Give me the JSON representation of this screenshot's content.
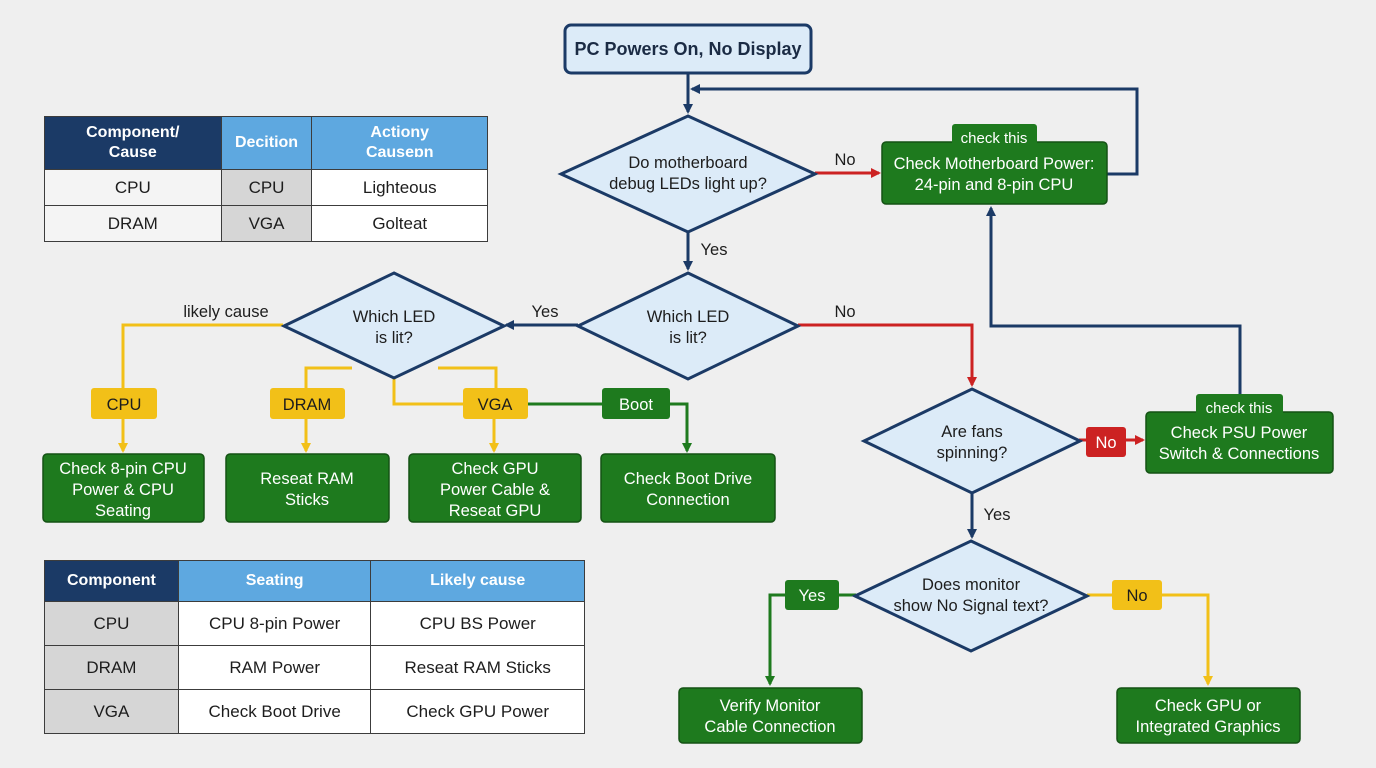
{
  "flowchart": {
    "start": "PC Powers On, No Display",
    "decisions": {
      "debug_leds": [
        "Do motherboard",
        "debug LEDs light up?"
      ],
      "which_led_right": [
        "Which LED",
        "is lit?"
      ],
      "which_led_left": [
        "Which LED",
        "is lit?"
      ],
      "fans": [
        "Are fans",
        "spinning?"
      ],
      "monitor": [
        "Does monitor",
        "show No Signal text?"
      ]
    },
    "actions": {
      "mobo_power": [
        "Check Motherboard Power:",
        "24-pin and 8-pin CPU"
      ],
      "cpu": [
        "Check 8-pin CPU",
        "Power & CPU",
        "Seating"
      ],
      "ram": [
        "Reseat RAM",
        "Sticks"
      ],
      "gpu": [
        "Check GPU",
        "Power Cable &",
        "Reseat GPU"
      ],
      "boot": [
        "Check Boot Drive",
        "Connection"
      ],
      "psu": [
        "Check PSU Power",
        "Switch & Connections"
      ],
      "monitor_cable": [
        "Verify Monitor",
        "Cable Connection"
      ],
      "gpu_integrated": [
        "Check GPU or",
        "Integrated Graphics"
      ]
    },
    "tags": {
      "check_this_1": "check this",
      "check_this_2": "check this",
      "cpu": "CPU",
      "dram": "DRAM",
      "vga": "VGA",
      "boot": "Boot",
      "no_fans": "No",
      "yes_monitor": "Yes",
      "no_monitor": "No"
    },
    "edge_labels": {
      "no_debug": "No",
      "yes_debug": "Yes",
      "yes_led": "Yes",
      "no_led": "No",
      "likely_cause": "likely cause",
      "yes_fans": "Yes"
    }
  },
  "table_top": {
    "headers": [
      "Component/\nCause",
      "Decition",
      "Actiony\nCauseɒn"
    ],
    "rows": [
      [
        "CPU",
        "CPU",
        "Lighteous"
      ],
      [
        "DRAM",
        "VGA",
        "Golteat"
      ]
    ]
  },
  "table_bottom": {
    "headers": [
      "Component",
      "Seating",
      "Likely cause"
    ],
    "rows": [
      [
        "CPU",
        "CPU 8-pin Power",
        "CPU BS Power"
      ],
      [
        "DRAM",
        "RAM Power",
        "Reseat RAM Sticks"
      ],
      [
        "VGA",
        "Check Boot Drive",
        "Check GPU Power"
      ]
    ]
  },
  "colors": {
    "navy": "#1b3a66",
    "green": "#1e7a1e",
    "red": "#cc2222",
    "yellow": "#f2c018",
    "decision_fill": "#dcebf8",
    "blue_header": "#5ea8e0"
  }
}
